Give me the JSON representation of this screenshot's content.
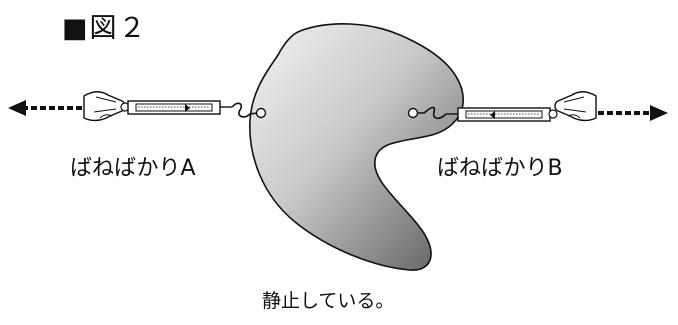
{
  "figure": {
    "title": "■図２",
    "label_a": "ばねばかりA",
    "label_b": "ばねばかりB",
    "caption": "静止している。"
  },
  "colors": {
    "shape_light": "#f2f2f2",
    "shape_dark": "#5e5e5e",
    "ink": "#111111"
  }
}
